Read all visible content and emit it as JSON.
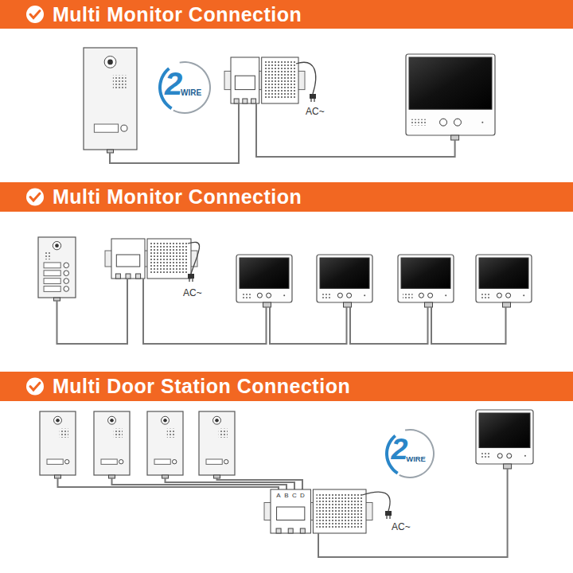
{
  "diagram": {
    "nodes": [
      {
        "text": [
          "Multi Monitor Connection"
        ]
      },
      {
        "text": [
          "2",
          "WIRE"
        ]
      },
      {
        "text": [
          "Multi Monitor Connection"
        ]
      },
      {
        "text": [
          "Multi Door Station Connection"
        ]
      },
      {
        "text": [
          "2",
          "WIRE"
        ]
      }
    ],
    "labels": [
      "AC~",
      "AC~",
      "A",
      "B",
      "C",
      "D",
      "AC~"
    ]
  }
}
